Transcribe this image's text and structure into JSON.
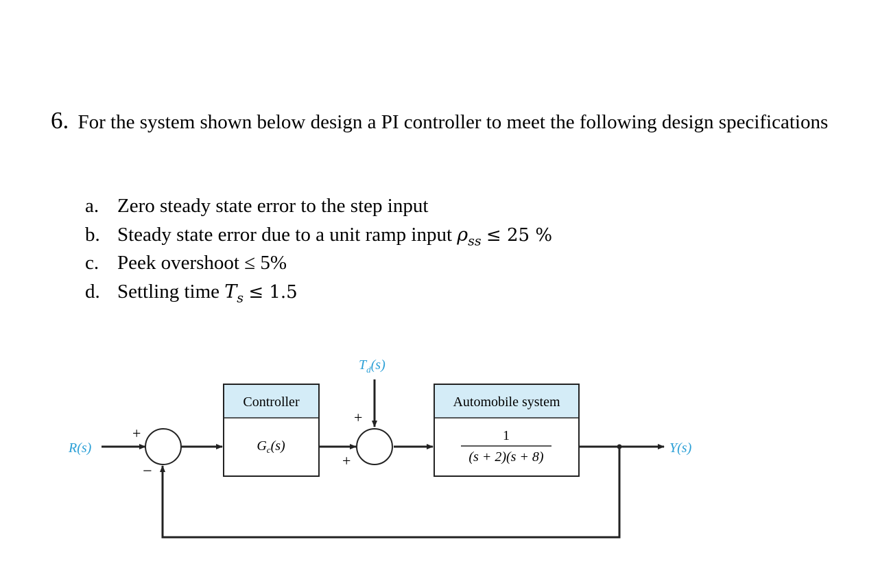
{
  "question": {
    "number": "6.",
    "text": "For the system shown below design a PI controller to meet the following design specifications"
  },
  "specs": [
    {
      "letter": "a.",
      "text": "Zero steady state error to the step input"
    },
    {
      "letter": "b.",
      "text": "Steady state error due to a  unit ramp input ",
      "math_var": "ρ",
      "math_sub": "ss",
      "math_rel": "≤ 25 %"
    },
    {
      "letter": "c.",
      "text": "Peek overshoot ≤ 5%"
    },
    {
      "letter": "d.",
      "text": "Settling time  ",
      "math_var": "T",
      "math_sub": "s",
      "math_rel": "≤ 1.5"
    }
  ],
  "diagram": {
    "input_label": "R(s)",
    "output_label": "Y(s)",
    "disturbance_label": "T",
    "disturbance_sub": "d",
    "disturbance_arg": "(s)",
    "controller": {
      "header": "Controller",
      "tf": "G",
      "tf_sub": "c",
      "tf_arg": "(s)"
    },
    "plant": {
      "header": "Automobile system",
      "numerator": "1",
      "denominator": "(s + 2)(s + 8)"
    },
    "sum1_signs": {
      "top": "+",
      "bottom": "−"
    },
    "sum2_signs": {
      "top": "+",
      "bottom": "+"
    },
    "colors": {
      "label_blue": "#2a9fd6",
      "header_fill": "#d4ecf7",
      "line": "#222222"
    }
  }
}
